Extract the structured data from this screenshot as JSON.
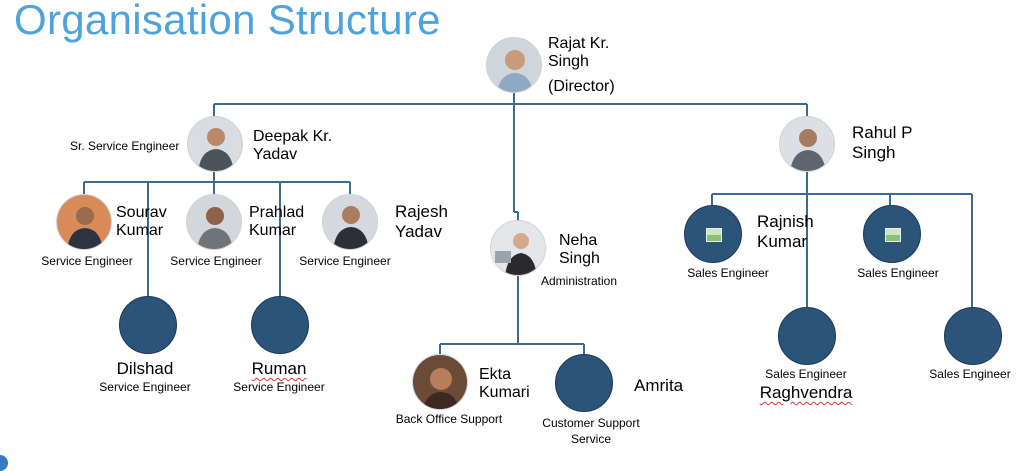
{
  "title": "Organisation Structure",
  "director": {
    "name_line1": "Rajat Kr.",
    "name_line2": "Singh",
    "role": "(Director)",
    "avatar": "person-photo"
  },
  "deepak": {
    "role": "Sr. Service Engineer",
    "name_line1": "Deepak Kr.",
    "name_line2": "Yadav",
    "avatar": "person-photo"
  },
  "rahul": {
    "name_line1": "Rahul P",
    "name_line2": "Singh",
    "avatar": "person-photo"
  },
  "sourav": {
    "name_line1": "Sourav",
    "name_line2": "Kumar",
    "role": "Service Engineer",
    "avatar": "person-photo"
  },
  "prahlad": {
    "name_line1": "Prahlad",
    "name_line2": "Kumar",
    "role": "Service Engineer",
    "avatar": "person-photo"
  },
  "rajesh": {
    "name_line1": "Rajesh",
    "name_line2": "Yadav",
    "role": "Service Engineer",
    "avatar": "person-photo"
  },
  "dilshad": {
    "name": "Dilshad",
    "role": "Service Engineer"
  },
  "ruman": {
    "name": "Ruman",
    "role": "Service Engineer"
  },
  "neha": {
    "name_line1": "Neha",
    "name_line2": "Singh",
    "role": "Administration",
    "avatar": "person-photo"
  },
  "ekta": {
    "name_line1": "Ekta",
    "name_line2": "Kumari",
    "role": "Back Office Support",
    "avatar": "person-photo"
  },
  "amrita": {
    "name": "Amrita",
    "role_line1": "Customer Support",
    "role_line2": "Service"
  },
  "rajnish": {
    "name_line1": "Rajnish",
    "name_line2": "Kumar",
    "role": "Sales Engineer",
    "avatar": "image-placeholder-icon"
  },
  "sales2": {
    "role": "Sales Engineer",
    "avatar": "image-placeholder-icon"
  },
  "raghvendra": {
    "name": "Raghvendra",
    "role": "Sales Engineer"
  },
  "sales4": {
    "role": "Sales Engineer"
  },
  "colors": {
    "title": "#4fa3dd",
    "node_fill": "#2c5478",
    "line": "#3d6a92"
  }
}
